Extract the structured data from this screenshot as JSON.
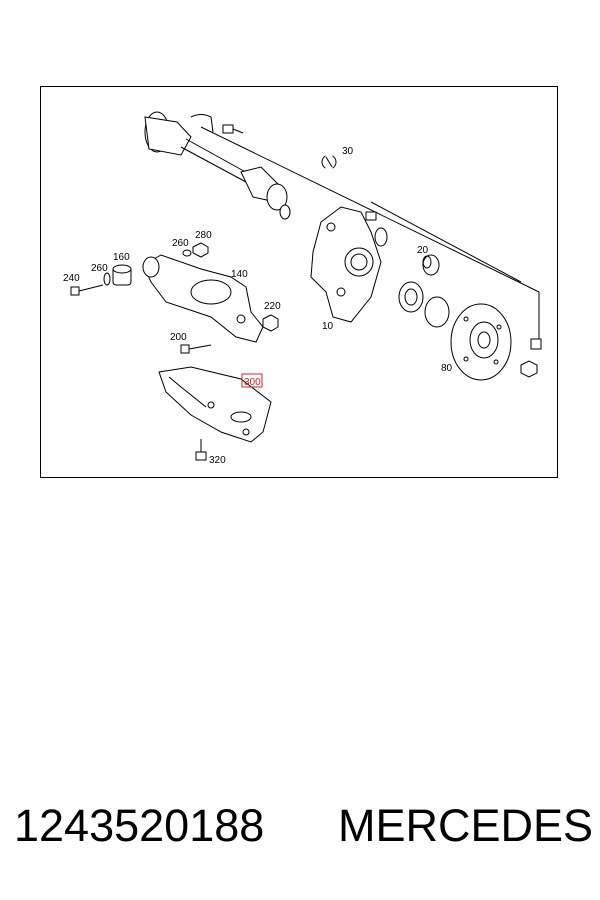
{
  "diagram": {
    "callouts": {
      "c30": "30",
      "c20": "20",
      "c10": "10",
      "c80": "80",
      "c140": "140",
      "c160": "160",
      "c240": "240",
      "c260a": "260",
      "c260b": "260",
      "c280": "280",
      "c220": "220",
      "c200": "200",
      "c300": "300",
      "c320": "320"
    },
    "highlighted_callout": "300",
    "highlight_color": "#dd2222"
  },
  "footer": {
    "part_number": "1243520188",
    "brand": "MERCEDES"
  }
}
